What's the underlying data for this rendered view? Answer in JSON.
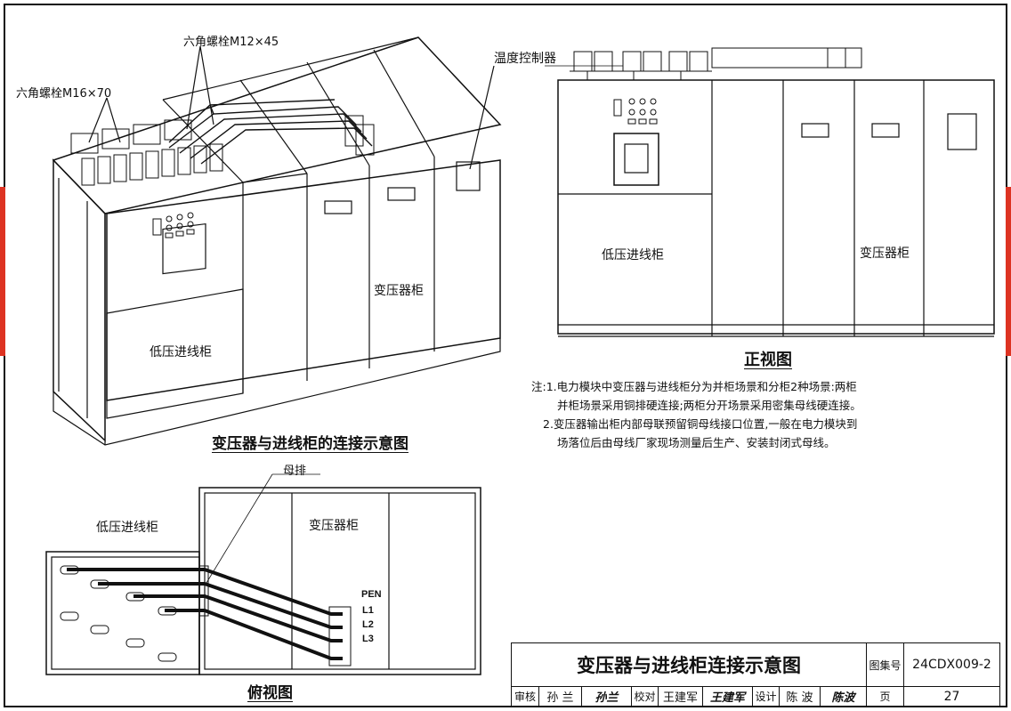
{
  "iso_view": {
    "title": "变压器与进线柜的连接示意图",
    "bolt_m12": "六角螺栓M12×45",
    "bolt_m16": "六角螺栓M16×70",
    "temp_controller": "温度控制器",
    "lv_cabinet": "低压进线柜",
    "transformer_cabinet": "变压器柜"
  },
  "front_view": {
    "title": "正视图",
    "lv_cabinet": "低压进线柜",
    "transformer_cabinet": "变压器柜"
  },
  "notes": {
    "line1": "注:1.电力模块中变压器与进线柜分为并柜场景和分柜2种场景:两柜",
    "line2": "并柜场景采用铜排硬连接;两柜分开场景采用密集母线硬连接。",
    "line3": "2.变压器输出柜内部母联预留铜母线接口位置,一般在电力模块到",
    "line4": "场落位后由母线厂家现场测量后生产、安装封闭式母线。"
  },
  "top_view": {
    "title": "俯视图",
    "busbar": "母排",
    "lv_cabinet": "低压进线柜",
    "transformer_cabinet": "变压器柜",
    "terminals": [
      "PEN",
      "L1",
      "L2",
      "L3"
    ]
  },
  "title_block": {
    "drawing_title": "变压器与进线柜连接示意图",
    "atlas_no_label": "图集号",
    "atlas_no": "24CDX009-2",
    "review_label": "审核",
    "reviewer": "孙 兰",
    "reviewer_sig": "孙兰",
    "check_label": "校对",
    "checker": "王建军",
    "checker_sig": "王建军",
    "design_label": "设计",
    "designer": "陈 波",
    "designer_sig": "陈波",
    "page_label": "页",
    "page_no": "27"
  },
  "colors": {
    "line": "#111111",
    "side_tab": "#d33322"
  }
}
